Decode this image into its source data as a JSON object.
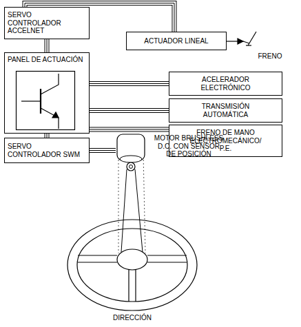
{
  "diagram": {
    "nodes": [
      {
        "text": [
          "SERVO CONTROLADOR ACCELNET"
        ]
      },
      {
        "text": [
          "ACTUADOR LINEAL"
        ]
      },
      {
        "text": [
          "PANEL DE ACTUACIÓN"
        ]
      },
      {
        "text": [
          "ACELERADOR ELECTRÓNICO"
        ]
      },
      {
        "text": [
          "TRANSMISIÓN AUTOMÁTICA"
        ]
      },
      {
        "text": [
          "FRENO DE MANO ELECTROMECÁNICO/ P.E."
        ]
      },
      {
        "text": [
          "SERVO CONTROLADOR SWM"
        ]
      },
      {
        "text": [
          "MOTOR BRUSHLESS D.C. CON SENSOR DE POSICIÓN"
        ]
      }
    ],
    "edges": [
      {
        "from": 0,
        "to": 1,
        "arrow": "none"
      },
      {
        "from": 0,
        "to": 2,
        "arrow": "none"
      },
      {
        "from": 2,
        "to": 3,
        "arrow": "none"
      },
      {
        "from": 2,
        "to": 4,
        "arrow": "none"
      },
      {
        "from": 2,
        "to": 5,
        "arrow": "none"
      },
      {
        "from": 2,
        "to": 6,
        "arrow": "none"
      },
      {
        "from": 6,
        "to": 7,
        "arrow": "none"
      }
    ],
    "labels": [
      "FRENO",
      "DIRECCIÓN"
    ]
  }
}
